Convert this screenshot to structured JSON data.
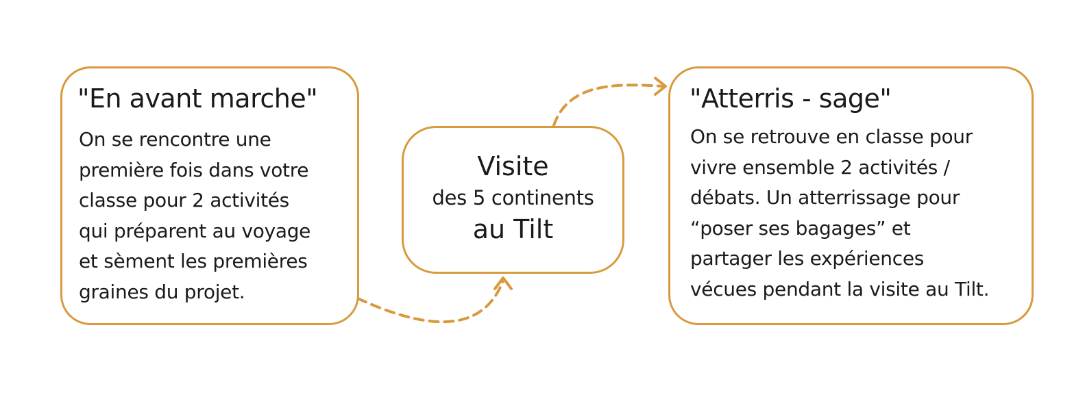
{
  "left_box": {
    "title": "\"En avant marche\"",
    "lines": [
      "On se rencontre une",
      "première fois dans votre",
      "classe pour 2 activités",
      "qui préparent au voyage",
      "et sèment les premières",
      "graines du projet."
    ]
  },
  "middle_box": {
    "line1": "Visite",
    "line2": "des 5 continents",
    "line3": "au Tilt"
  },
  "right_box": {
    "title": "\"Atterris - sage\"",
    "lines": [
      "On se retrouve en classe pour",
      "vivre ensemble 2 activités /",
      "débats. Un atterrissage pour",
      "“poser ses bagages” et",
      "partager les expériences",
      "vécues pendant la visite au Tilt."
    ]
  },
  "colors": {
    "accent": "#d89a3c",
    "text": "#1a1a1a"
  }
}
